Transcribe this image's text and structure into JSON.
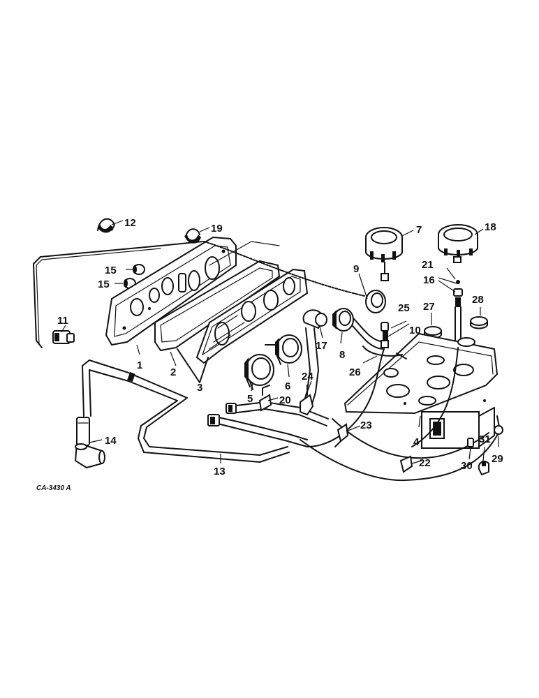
{
  "drawing_code": "CA-3430 A",
  "callouts": {
    "c1": "1",
    "c2": "2",
    "c3": "3",
    "c4": "4",
    "c5": "5",
    "c6": "6",
    "c7": "7",
    "c8": "8",
    "c9": "9",
    "c10": "10",
    "c11": "11",
    "c12": "12",
    "c13": "13",
    "c14": "14",
    "c15a": "15",
    "c15b": "15",
    "c16": "16",
    "c17": "17",
    "c18": "18",
    "c19": "19",
    "c20": "20",
    "c21": "21",
    "c22": "22",
    "c23": "23",
    "c24": "24",
    "c25": "25",
    "c26": "26",
    "c27": "27",
    "c28": "28",
    "c29": "29",
    "c30": "30",
    "c31": "31"
  }
}
